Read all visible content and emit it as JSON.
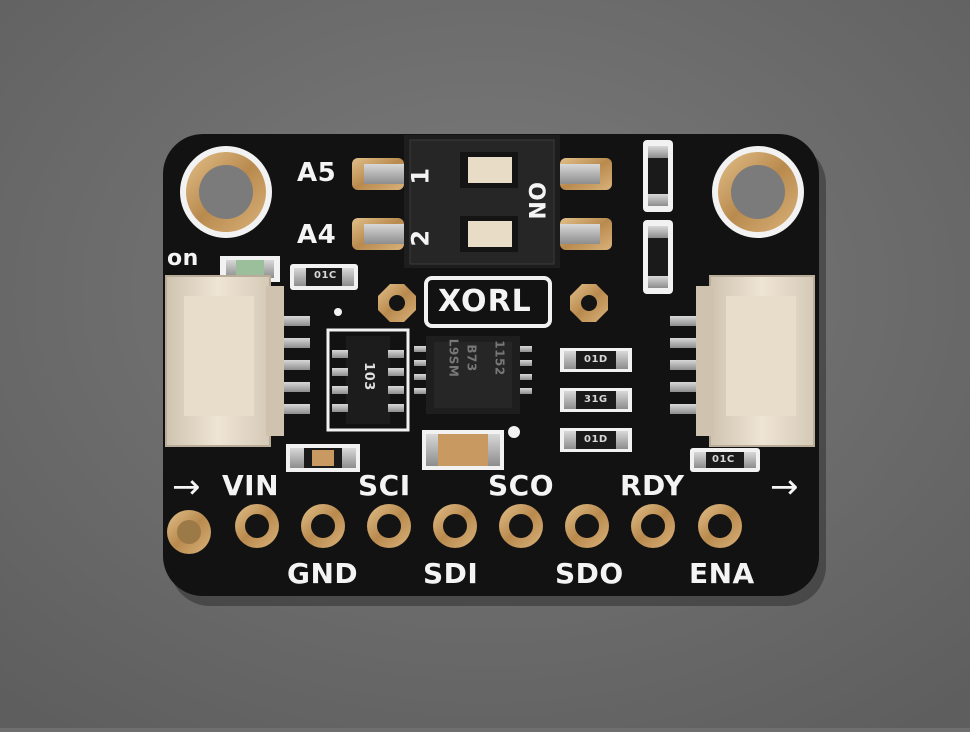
{
  "board": {
    "logo_text": "XORL",
    "switch": {
      "on_label": "ON",
      "positions": [
        "1",
        "2"
      ],
      "address_labels": [
        "A5",
        "A4"
      ]
    },
    "status_led_label": "on",
    "pins_top": [
      "VIN",
      "SCI",
      "SCO",
      "RDY"
    ],
    "pins_bottom": [
      "GND",
      "SDI",
      "SDO",
      "ENA"
    ],
    "arrow_left": "→",
    "arrow_right": "→",
    "ic_marking": [
      "L9SM",
      "B73",
      "1152"
    ],
    "resistor_network_label": "103",
    "small_resistors": [
      "01C",
      "01D",
      "31G",
      "01D",
      "01C"
    ]
  },
  "colors": {
    "background": "#6f6f6f",
    "pcb": "#121212",
    "silkscreen": "#f4f4f4",
    "gold": "#c9a16a",
    "connector": "#e7dccb"
  }
}
